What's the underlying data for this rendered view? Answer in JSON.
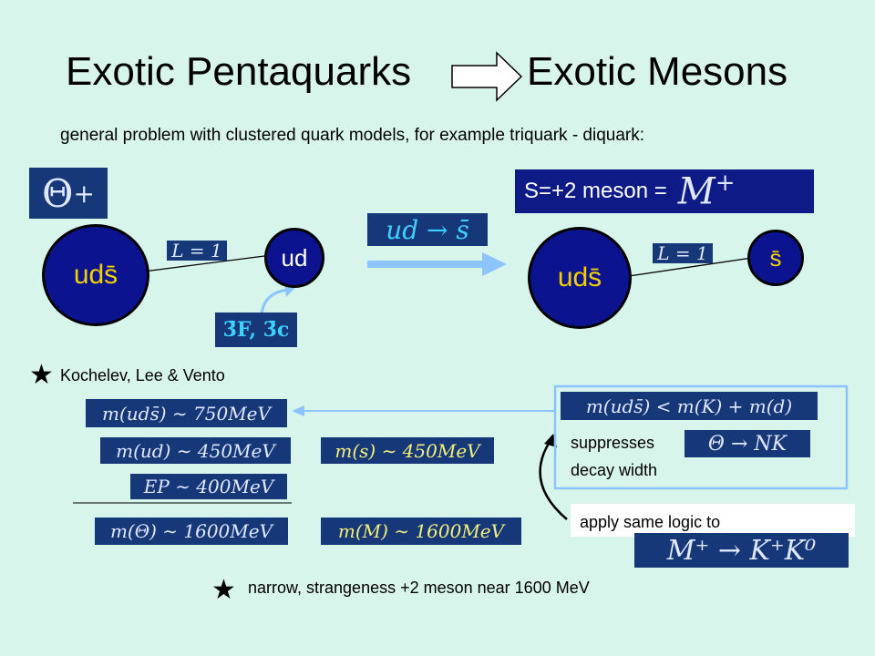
{
  "title": {
    "left": "Exotic Pentaquarks",
    "right": "Exotic Mesons"
  },
  "subtitle": "general problem with clustered quark models, for example triquark - diquark:",
  "left_diagram": {
    "particle_symbol": "Θ",
    "particle_charge": "+",
    "big_cluster_label": "uds̄",
    "small_cluster_label": "ud",
    "link_label": "L = 1",
    "representation_label": "3̄F, 3̄c"
  },
  "transition_label": "ud → s̄",
  "right_diagram": {
    "header_text": "S=+2 meson =",
    "meson_symbol": "M",
    "meson_charge": "+",
    "big_cluster_label": "uds̄",
    "small_cluster_label": "s̄",
    "link_label": "L = 1"
  },
  "reference": "Kochelev, Lee & Vento",
  "masses": {
    "uds_bar": "m(uds̄) ∼ 750MeV",
    "ud": "m(ud) ∼ 450MeV",
    "ep": "EP ∼ 400MeV",
    "theta": "m(Θ) ∼ 1600MeV",
    "s": "m(s) ∼ 450MeV",
    "meson": "m(M) ∼ 1600MeV"
  },
  "inequality": "m(uds̄) < m(K) + m(d)",
  "suppresses_text_1": "suppresses",
  "suppresses_text_2": "decay width",
  "decay_theta": "Θ → NK",
  "apply_text": "apply same logic to",
  "decay_meson": "M⁺ → K⁺K⁰",
  "conclusion": "narrow, strangeness +2 meson near 1600 MeV",
  "icons": {
    "star": "★"
  },
  "colors": {
    "background": "#d8f5ec",
    "math_box": "#173878",
    "cluster": "#0b148e",
    "cluster_text": "#f5d000",
    "arrow": "#8dc3ff"
  }
}
